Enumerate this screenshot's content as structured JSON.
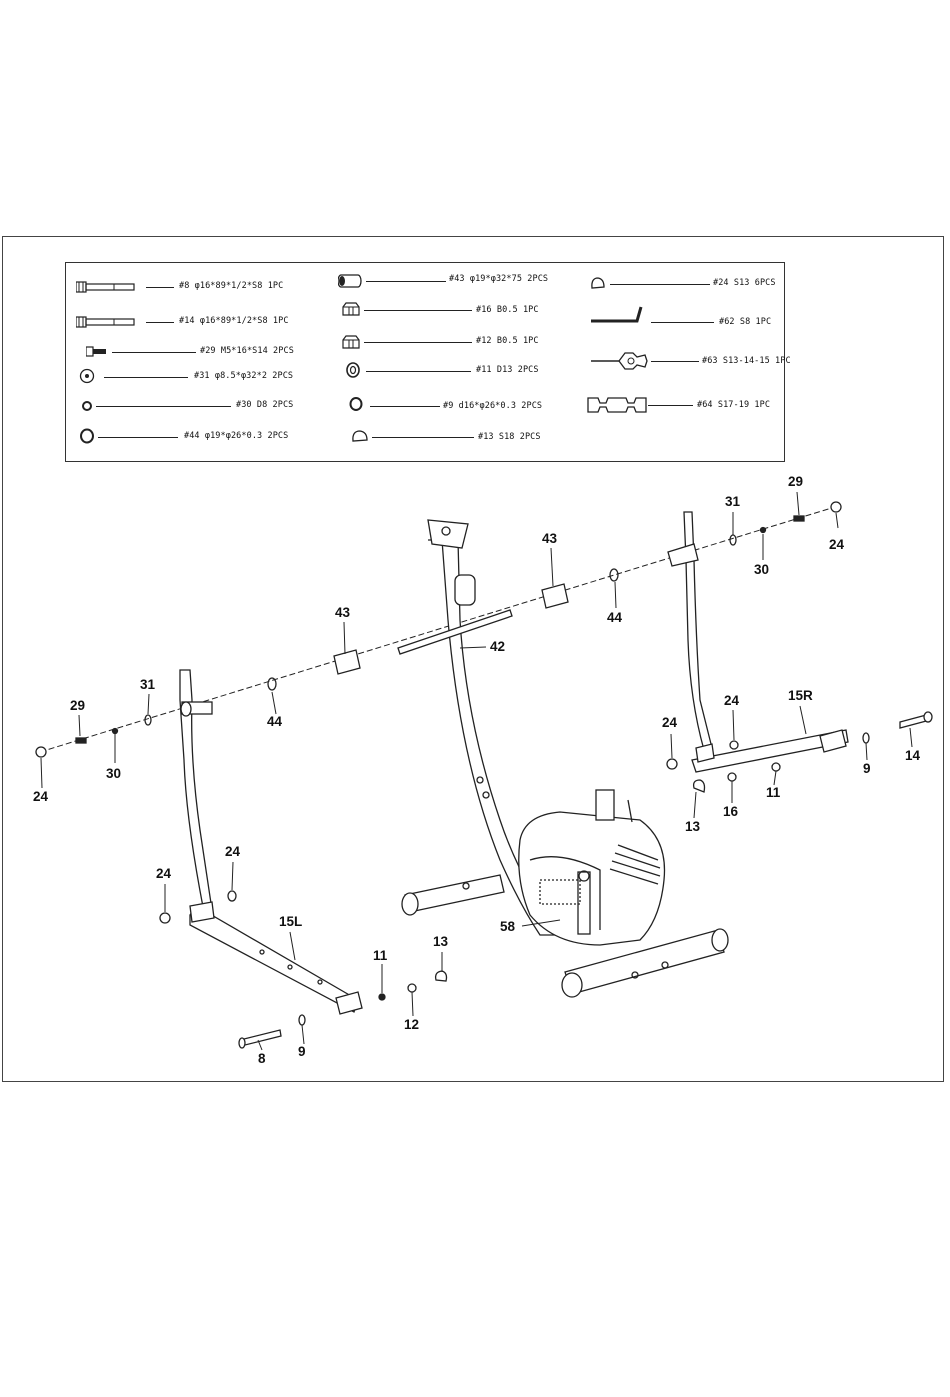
{
  "legend": {
    "items": [
      {
        "text": "#8   φ16*89*1/2*S8 1PC",
        "icon": "bolt-icon"
      },
      {
        "text": "#14  φ16*89*1/2*S8 1PC",
        "icon": "bolt-icon"
      },
      {
        "text": "#29 M5*16*S14 2PCS",
        "icon": "small-bolt-icon"
      },
      {
        "text": "#31  φ8.5*φ32*2 2PCS",
        "icon": "flat-washer-icon"
      },
      {
        "text": "#30 D8 2PCS",
        "icon": "lock-washer-icon"
      },
      {
        "text": "#44  φ19*φ26*0.3 2PCS",
        "icon": "thin-washer-icon"
      },
      {
        "text": "#43  φ19*φ32*75 2PCS",
        "icon": "bushing-icon"
      },
      {
        "text": "#16  B0.5  1PC",
        "icon": "hex-nut-icon"
      },
      {
        "text": "#12  B0.5  1PC",
        "icon": "hex-nut-icon"
      },
      {
        "text": "#11 D13 2PCS",
        "icon": "spring-washer-icon"
      },
      {
        "text": "#9 d16*φ26*0.3 2PCS",
        "icon": "thin-washer-icon"
      },
      {
        "text": "#13  S18 2PCS",
        "icon": "dome-nut-icon"
      },
      {
        "text": "#24 S13 6PCS",
        "icon": "dome-nut-icon"
      },
      {
        "text": "#62 S8 1PC",
        "icon": "allen-key-icon"
      },
      {
        "text": "#63 S13-14-15 1PC",
        "icon": "multi-wrench-icon"
      },
      {
        "text": "#64 S17-19 1PC",
        "icon": "open-wrench-icon"
      }
    ]
  },
  "callouts": {
    "c29_right": "29",
    "c31_right": "31",
    "c24_right": "24",
    "c30_right": "30",
    "c43_right": "43",
    "c44_right": "44",
    "c42": "42",
    "c43_left": "43",
    "c31_left": "31",
    "c29_left": "29",
    "c44_left": "44",
    "c30_left": "30",
    "c24_left": "24",
    "c15r": "15R",
    "c24_r1": "24",
    "c24_r2": "24",
    "c9_right": "9",
    "c14": "14",
    "c11_right": "11",
    "c13_right": "13",
    "c16": "16",
    "c24_l1": "24",
    "c24_l2": "24",
    "c15l": "15L",
    "c58": "58",
    "c11_left": "11",
    "c13_left": "13",
    "c12": "12",
    "c8": "8",
    "c9_left": "9"
  },
  "colors": {
    "line": "#222222",
    "frame": "#444444",
    "background": "#ffffff"
  }
}
